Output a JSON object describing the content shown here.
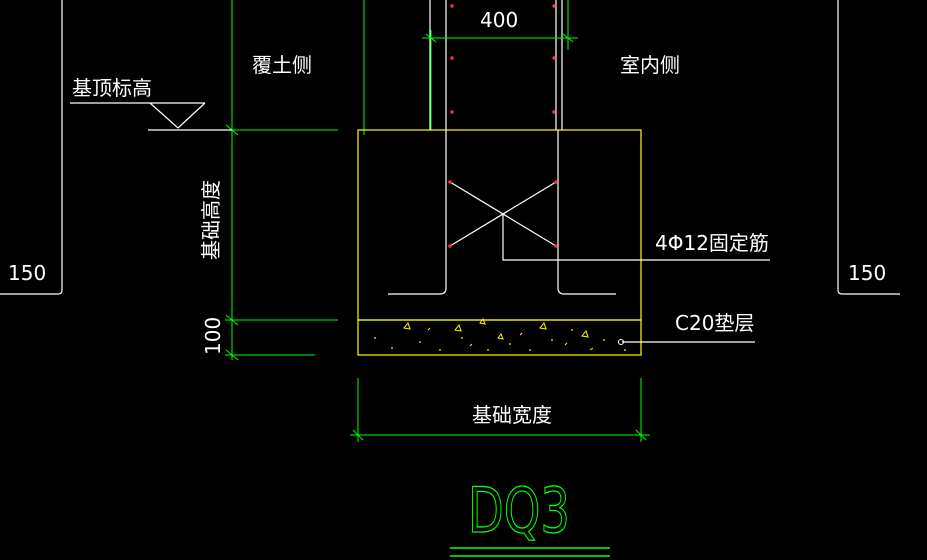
{
  "drawing": {
    "title": "DQ3",
    "labels": {
      "wall_thickness": "400",
      "soil_side": "覆土侧",
      "indoor_side": "室内侧",
      "foundation_top_elevation": "基顶标高",
      "foundation_height": "基础高度",
      "bed_thickness": "100",
      "foundation_width": "基础宽度",
      "fixing_rebar": "4Φ12固定筋",
      "bed_layer": "C20垫层",
      "left_dim": "150",
      "right_dim": "150"
    },
    "colors": {
      "background": "#000000",
      "wall_outline": "#ffffff",
      "concrete_outline": "#ffff00",
      "dimension_lines": "#00ff00",
      "rebar_dots": "#ff0000",
      "title": "#00ff00"
    }
  }
}
